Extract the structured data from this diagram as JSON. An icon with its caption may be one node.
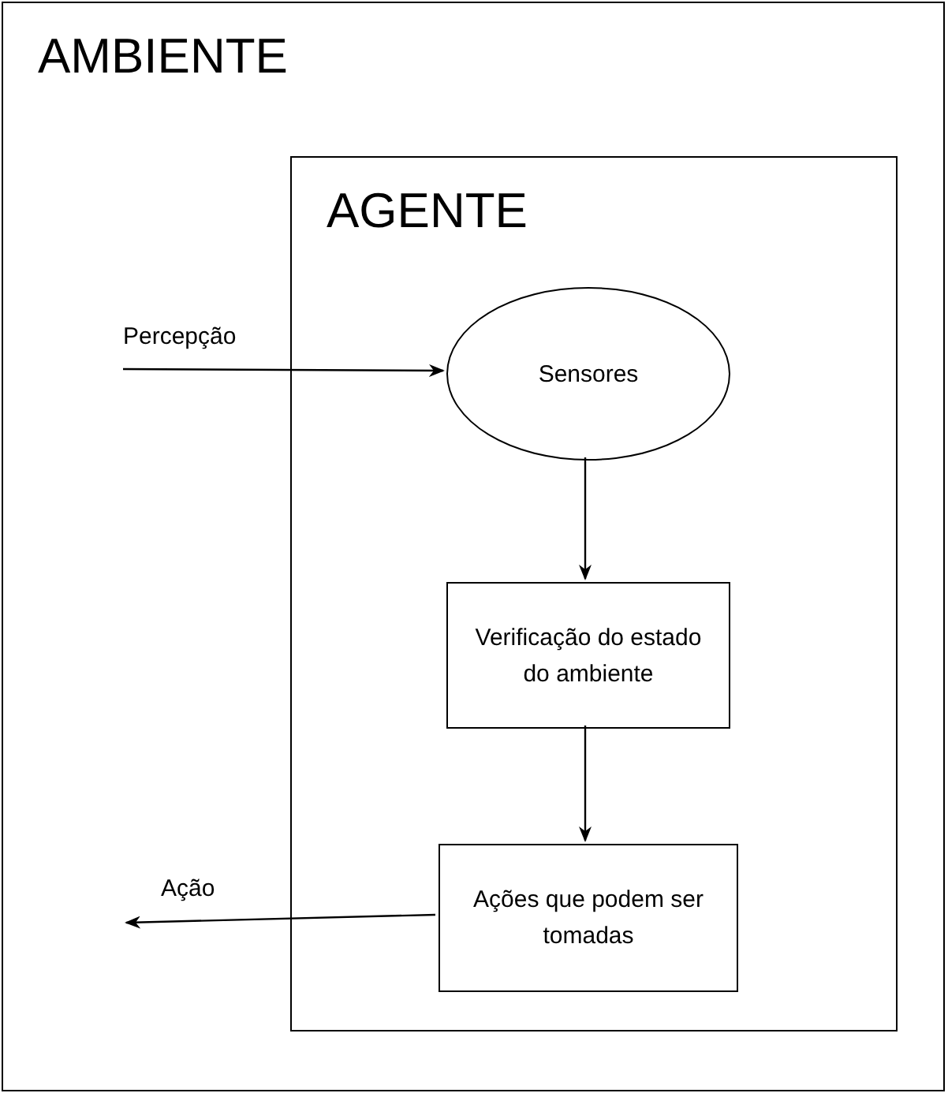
{
  "diagram": {
    "nodes": [
      {
        "text": [
          "AMBIENTE"
        ]
      },
      {
        "text": [
          "AGENTE"
        ],
        "in": 0
      },
      {
        "text": [
          "Sensores"
        ],
        "in": 1
      },
      {
        "text": [
          "Verificação do estado do ambiente"
        ],
        "in": 1
      },
      {
        "text": [
          "Ações que podem ser tomadas"
        ],
        "in": 1
      }
    ],
    "edges": [
      {
        "from": null,
        "to": 2,
        "arrow": "to",
        "label": "Percepção"
      },
      {
        "from": 2,
        "to": 3,
        "arrow": "to"
      },
      {
        "from": 3,
        "to": 4,
        "arrow": "to"
      },
      {
        "from": 4,
        "to": null,
        "arrow": "to",
        "label": "Ação"
      }
    ]
  }
}
